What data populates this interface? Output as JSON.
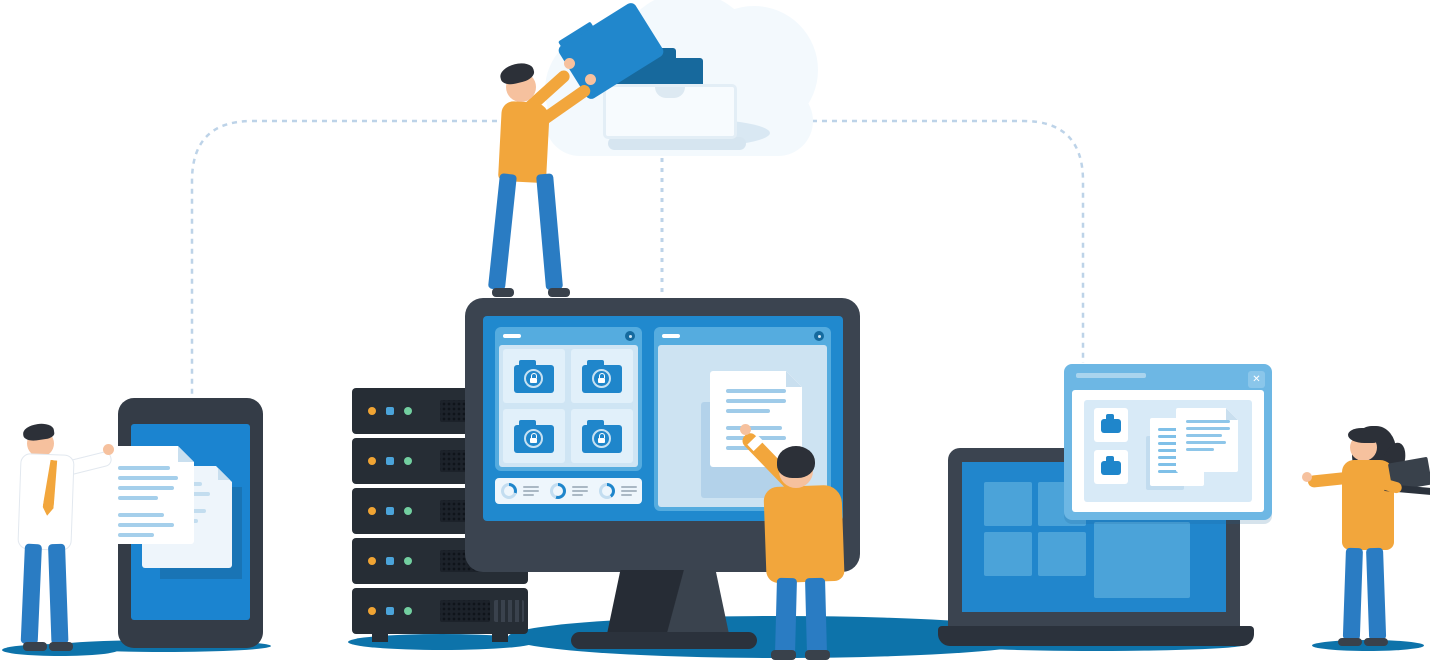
{
  "illustration": {
    "connections": [
      {
        "from": "cloud",
        "to": "tablet"
      },
      {
        "from": "cloud",
        "to": "monitor"
      },
      {
        "from": "cloud",
        "to": "laptop-popup-window"
      }
    ],
    "people": [
      "man-presenting-documents-on-tablet",
      "man-uploading-folder-to-cloud",
      "man-pointing-at-monitor-document",
      "woman-holding-laptop"
    ]
  },
  "cloud": {
    "contents": [
      "folder-icon",
      "storage-drawer-icon"
    ]
  },
  "server_rack": {
    "units": 5,
    "led_colors": [
      "#f0a433",
      "#4ba4da",
      "#72cfa0"
    ]
  },
  "monitor": {
    "left_window": {
      "locked_folders": 4,
      "gauges": {
        "arc_fractions": [
          0.3,
          0.55,
          0.4
        ]
      }
    },
    "right_window": {
      "document_lines": [
        60,
        60,
        44,
        0,
        56,
        60,
        36
      ]
    }
  },
  "tablet": {
    "front_document_lines": [
      52,
      60,
      56,
      40,
      0,
      46,
      56,
      36
    ],
    "back_document_lines": [
      48,
      56,
      0,
      52,
      44,
      38
    ]
  },
  "laptop": {
    "popup": {
      "close_label": "✕",
      "folder_count": 2,
      "doc_a_lines": [
        30,
        30,
        26,
        30,
        22,
        28,
        20
      ],
      "doc_b_lines": [
        44,
        44,
        36,
        40,
        28
      ]
    }
  },
  "palette": {
    "screen_blue": "#2089ce",
    "folder_blue": "#1f86cb",
    "deep_blue": "#156a9e",
    "accent_orange": "#f2a63c",
    "cloud_white": "#f3f9fd",
    "cloud_shade": "#d9e8f3",
    "dark_bezel": "#3b4450",
    "ground_shadow_blue": "#0d73aa",
    "dashed_line_blue": "#bdd3e8"
  }
}
